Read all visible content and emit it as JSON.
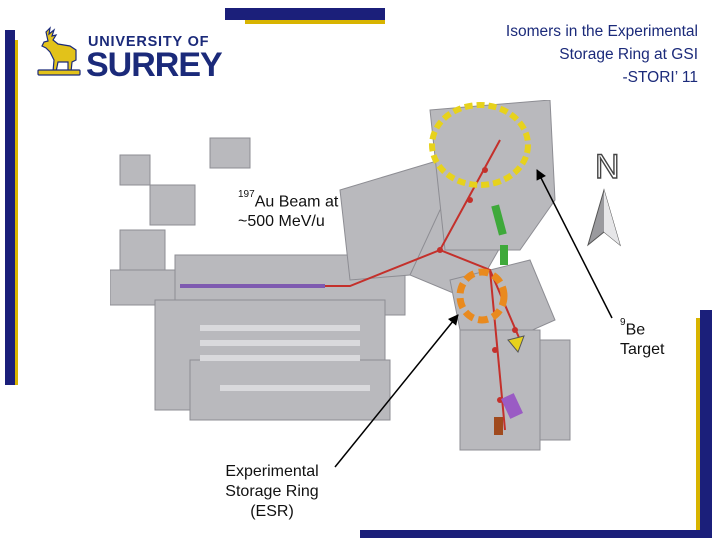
{
  "logo": {
    "line1": "UNIVERSITY OF",
    "line2": "SURREY"
  },
  "title": {
    "line1": "Isomers in the Experimental",
    "line2": "Storage Ring at GSI",
    "line3": "-STORI’ 11"
  },
  "labels": {
    "beam_sup": "197",
    "beam_line1_rest": "Au Beam at",
    "beam_line2": "~500 MeV/u",
    "target_sup": "9",
    "target_line1_rest": "Be",
    "target_line2": "Target",
    "esr_line1": "Experimental",
    "esr_line2": "Storage Ring",
    "esr_line3": "(ESR)",
    "compass": "N"
  },
  "colors": {
    "navy": "#1b1f7a",
    "gold": "#d8b400",
    "building": "#b9b9bd",
    "ring_yellow": "#e7d21c",
    "esr_orange": "#e98a1e",
    "magnets_green": "#3ea93a",
    "beamline_red": "#c4302b"
  }
}
